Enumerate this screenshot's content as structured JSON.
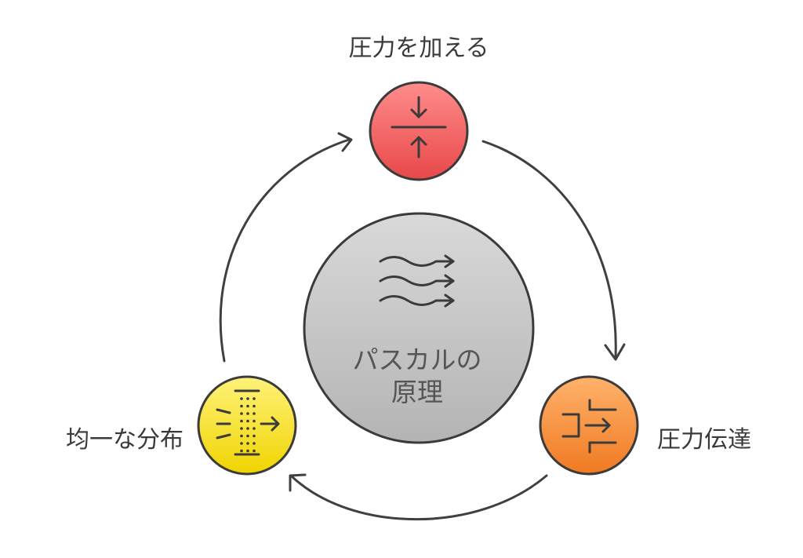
{
  "center": {
    "label_line1": "パスカルの",
    "label_line2": "原理",
    "icon": "wind-waves-icon",
    "color_top": "#d9d9d9",
    "color_bottom": "#b4b4b4"
  },
  "nodes": [
    {
      "id": "apply-pressure",
      "label": "圧力を加える",
      "icon": "compress-arrows-icon",
      "color_top": "#ff8c8c",
      "color_bottom": "#e84848"
    },
    {
      "id": "pressure-transmission",
      "label": "圧力伝達",
      "icon": "transfer-arrow-icon",
      "color_top": "#ffb26b",
      "color_bottom": "#f07a22"
    },
    {
      "id": "uniform-distribution",
      "label": "均一な分布",
      "icon": "distribute-dots-icon",
      "color_top": "#fff27a",
      "color_bottom": "#f0d400"
    }
  ],
  "colors": {
    "outline": "#3b3b3b",
    "text": "#3a3a3a",
    "background": "#ffffff"
  }
}
